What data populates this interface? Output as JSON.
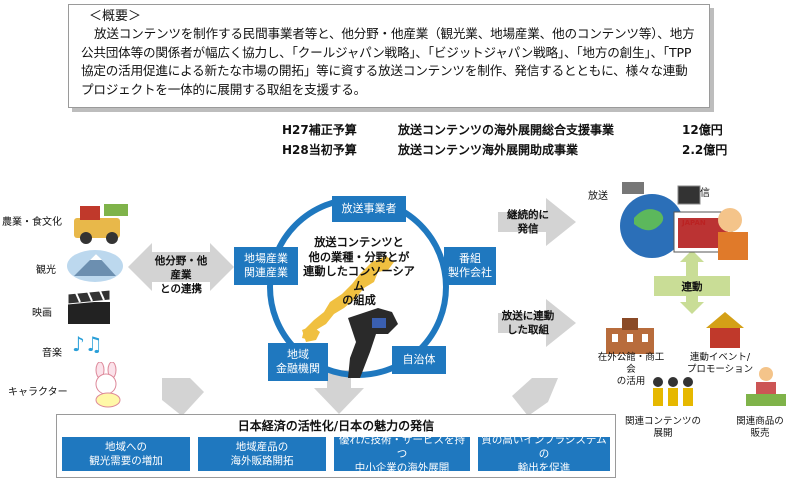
{
  "overview": {
    "title": "＜概要＞",
    "body": "放送コンテンツを制作する民間事業者等と、他分野・他産業（観光業、地場産業、他のコンテンツ等）、地方公共団体等の関係者が幅広く協力し、「クールジャパン戦略」、「ビジットジャパン戦略」、「地方の創生」、「TPP協定の活用促進による新たな市場の開拓」等に資する放送コンテンツを制作、発信するとともに、様々な連動プロジェクトを一体的に展開する取組を支援する。"
  },
  "budget": [
    {
      "label": "H27補正予算",
      "name": "放送コンテンツの海外展開総合支援事業",
      "amount": "12億円"
    },
    {
      "label": "H28当初予算",
      "name": "放送コンテンツ海外展開助成事業",
      "amount": "2.2億円"
    }
  ],
  "left_items": [
    "農業・食文化",
    "観光",
    "映画",
    "音楽",
    "キャラクター"
  ],
  "left_arrow_text": [
    "他分野・他産業",
    "との連携"
  ],
  "center": {
    "title_lines": [
      "放送コンテンツと",
      "他の業種・分野とが",
      "連動したコンソーシアム",
      "の組成"
    ],
    "nodes": {
      "top": "放送事業者",
      "left": [
        "地場産業",
        "関連産業"
      ],
      "right": [
        "番組",
        "製作会社"
      ],
      "bottom_left": [
        "地域",
        "金融機関"
      ],
      "bottom_right": "自治体"
    }
  },
  "right_arrows": [
    {
      "lines": [
        "継続的に",
        "発信"
      ]
    },
    {
      "lines": [
        "放送に連動",
        "した取組"
      ]
    }
  ],
  "right_top": {
    "broadcast": "放送",
    "distribution": "配信",
    "japan": "JAPAN"
  },
  "renkei": "連動",
  "right_bottom": [
    {
      "lines": [
        "在外公館・商工会",
        "の活用"
      ]
    },
    {
      "lines": [
        "連動イベント/",
        "プロモーション"
      ]
    },
    {
      "lines": [
        "関連コンテンツの",
        "展開"
      ]
    },
    {
      "lines": [
        "関連商品の",
        "販売"
      ]
    }
  ],
  "bottom": {
    "title": "日本経済の活性化/日本の魅力の発信",
    "boxes": [
      [
        "地域への",
        "観光需要の増加"
      ],
      [
        "地域産品の",
        "海外販路開拓"
      ],
      [
        "優れた技術・サービスを持つ",
        "中小企業の海外展開"
      ],
      [
        "質の高いインフラシステムの",
        "輸出を促進"
      ]
    ]
  },
  "colors": {
    "blue": "#1f78bf",
    "arrow_gray": "#d3d3d3",
    "ring": "#1f78bf"
  }
}
